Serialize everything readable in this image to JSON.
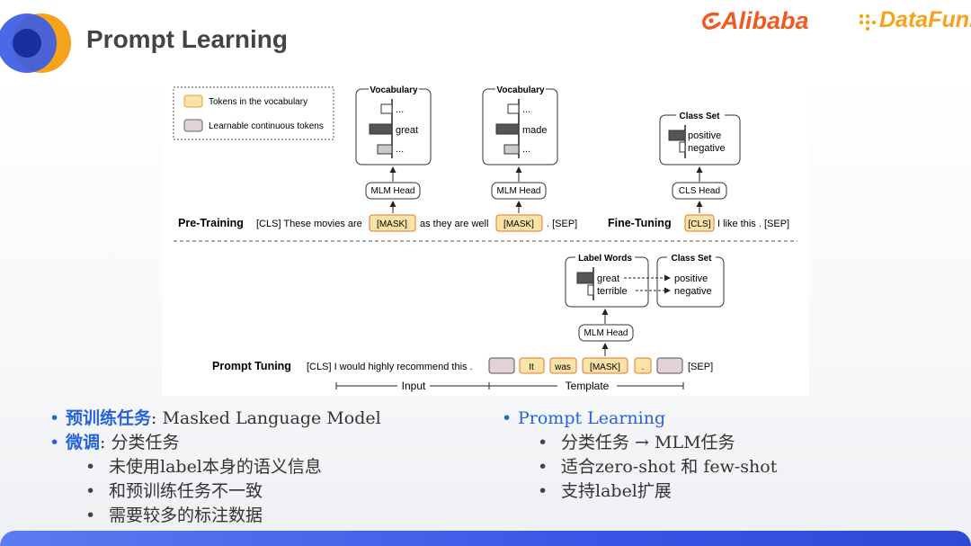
{
  "header": {
    "title": "Prompt Learning",
    "brand_alibaba": "Alibaba",
    "brand_datafun": "DataFun.",
    "colors": {
      "accent_orange": "#f7a21b",
      "accent_blue": "#2563d9",
      "alibaba_orange": "#f05a22"
    }
  },
  "legend": {
    "vocab_tokens": "Tokens in the vocabulary",
    "continuous_tokens": "Learnable continuous tokens"
  },
  "pretraining": {
    "label": "Pre-Training",
    "vocab1_title": "Vocabulary",
    "vocab1_word": "great",
    "vocab2_title": "Vocabulary",
    "vocab2_word": "made",
    "ellipsis": "...",
    "head": "MLM Head",
    "seq_cls": "[CLS] These movies are",
    "mask1": "[MASK]",
    "seq_mid": "as they are well",
    "mask2": "[MASK]",
    "seq_end": ". [SEP]"
  },
  "finetuning": {
    "label": "Fine-Tuning",
    "class_title": "Class Set",
    "pos": "positive",
    "neg": "negative",
    "head": "CLS Head",
    "cls_token": "[CLS]",
    "seq_rest": "I like this . [SEP]"
  },
  "prompttuning": {
    "label": "Prompt Tuning",
    "label_words_title": "Label Words",
    "class_title": "Class Set",
    "w_great": "great",
    "w_terrible": "terrible",
    "c_pos": "positive",
    "c_neg": "negative",
    "head": "MLM Head",
    "seq_start": "[CLS]  I would highly recommend this .",
    "t_it": "It",
    "t_was": "was",
    "t_mask": "[MASK]",
    "t_dot": ".",
    "t_sep": "[SEP]",
    "input_label": "Input",
    "template_label": "Template"
  },
  "left_bullets": {
    "b1_head": "预训练任务",
    "b1_rest": ": Masked Language Model",
    "b2_head": "微调",
    "b2_rest": ": 分类任务",
    "s1": "未使用label本身的语义信息",
    "s2": "和预训练任务不一致",
    "s3": "需要较多的标注数据"
  },
  "right_bullets": {
    "head": "Prompt Learning",
    "s1": "分类任务 → MLM任务",
    "s2": "适合zero-shot 和 few-shot",
    "s3": "支持label扩展"
  }
}
